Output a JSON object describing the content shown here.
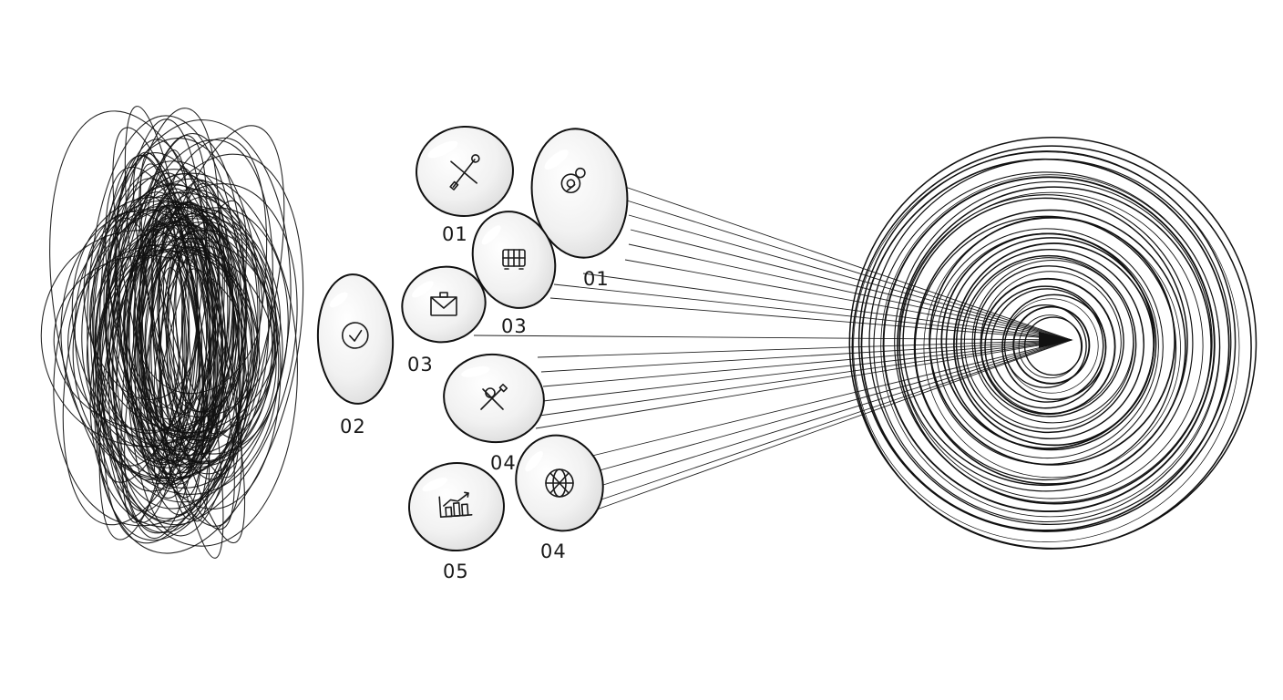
{
  "pebbles": [
    {
      "label": "01",
      "icon": "wrench-screwdriver-icon"
    },
    {
      "label": "01",
      "icon": "person-gear-icon"
    },
    {
      "label": "03",
      "icon": "abacus-icon"
    },
    {
      "label": "03",
      "icon": "briefcase-icon"
    },
    {
      "label": "02",
      "icon": "clock-check-icon"
    },
    {
      "label": "04",
      "icon": "crossed-tools-icon"
    },
    {
      "label": "04",
      "icon": "globe-network-icon"
    },
    {
      "label": "05",
      "icon": "bar-chart-growth-icon"
    }
  ],
  "colors": {
    "ink": "#111111",
    "background": "#ffffff",
    "pebble_fill": "#f2f2f2"
  }
}
